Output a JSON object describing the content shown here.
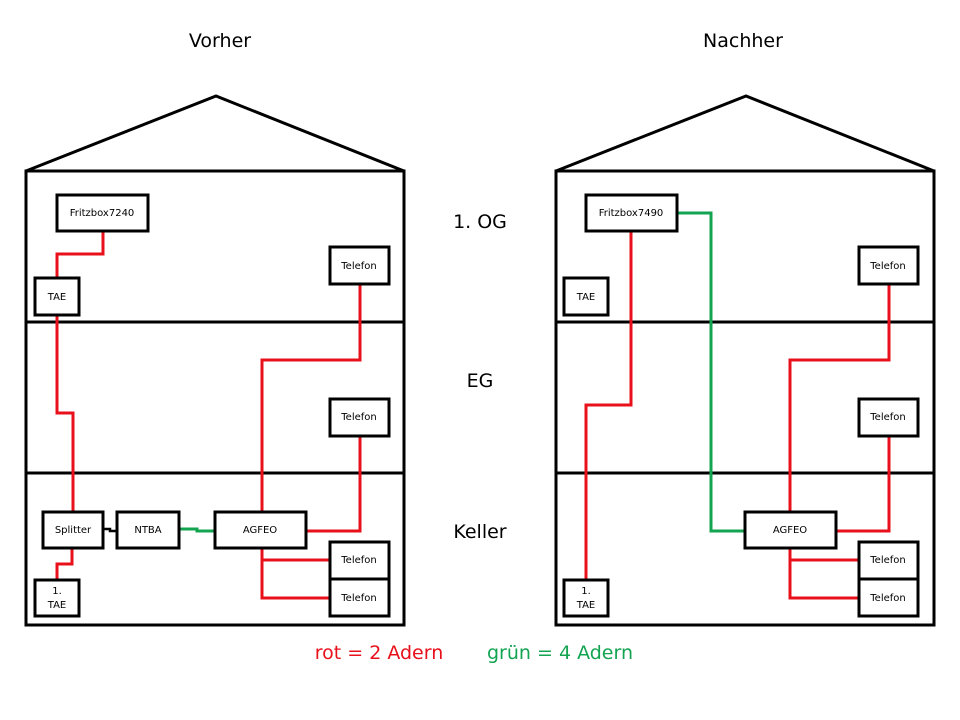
{
  "titles": {
    "before": "Vorher",
    "after": "Nachher"
  },
  "floors": {
    "og": "1. OG",
    "eg": "EG",
    "keller": "Keller"
  },
  "legend": {
    "red": "rot = 2 Adern",
    "green": "grün = 4 Adern"
  },
  "colors": {
    "red_wire": "#e8101a",
    "green_wire": "#13a452",
    "outline": "#000000"
  },
  "before": {
    "fritzbox": "Fritzbox7240",
    "tae": "TAE",
    "telefon_og": "Telefon",
    "telefon_eg": "Telefon",
    "splitter": "Splitter",
    "ntba": "NTBA",
    "agfeo": "AGFEO",
    "telefon_k1": "Telefon",
    "telefon_k2": "Telefon",
    "tae1_line1": "1.",
    "tae1_line2": "TAE"
  },
  "after": {
    "fritzbox": "Fritzbox7490",
    "tae": "TAE",
    "telefon_og": "Telefon",
    "telefon_eg": "Telefon",
    "agfeo": "AGFEO",
    "telefon_k1": "Telefon",
    "telefon_k2": "Telefon",
    "tae1_line1": "1.",
    "tae1_line2": "TAE"
  }
}
